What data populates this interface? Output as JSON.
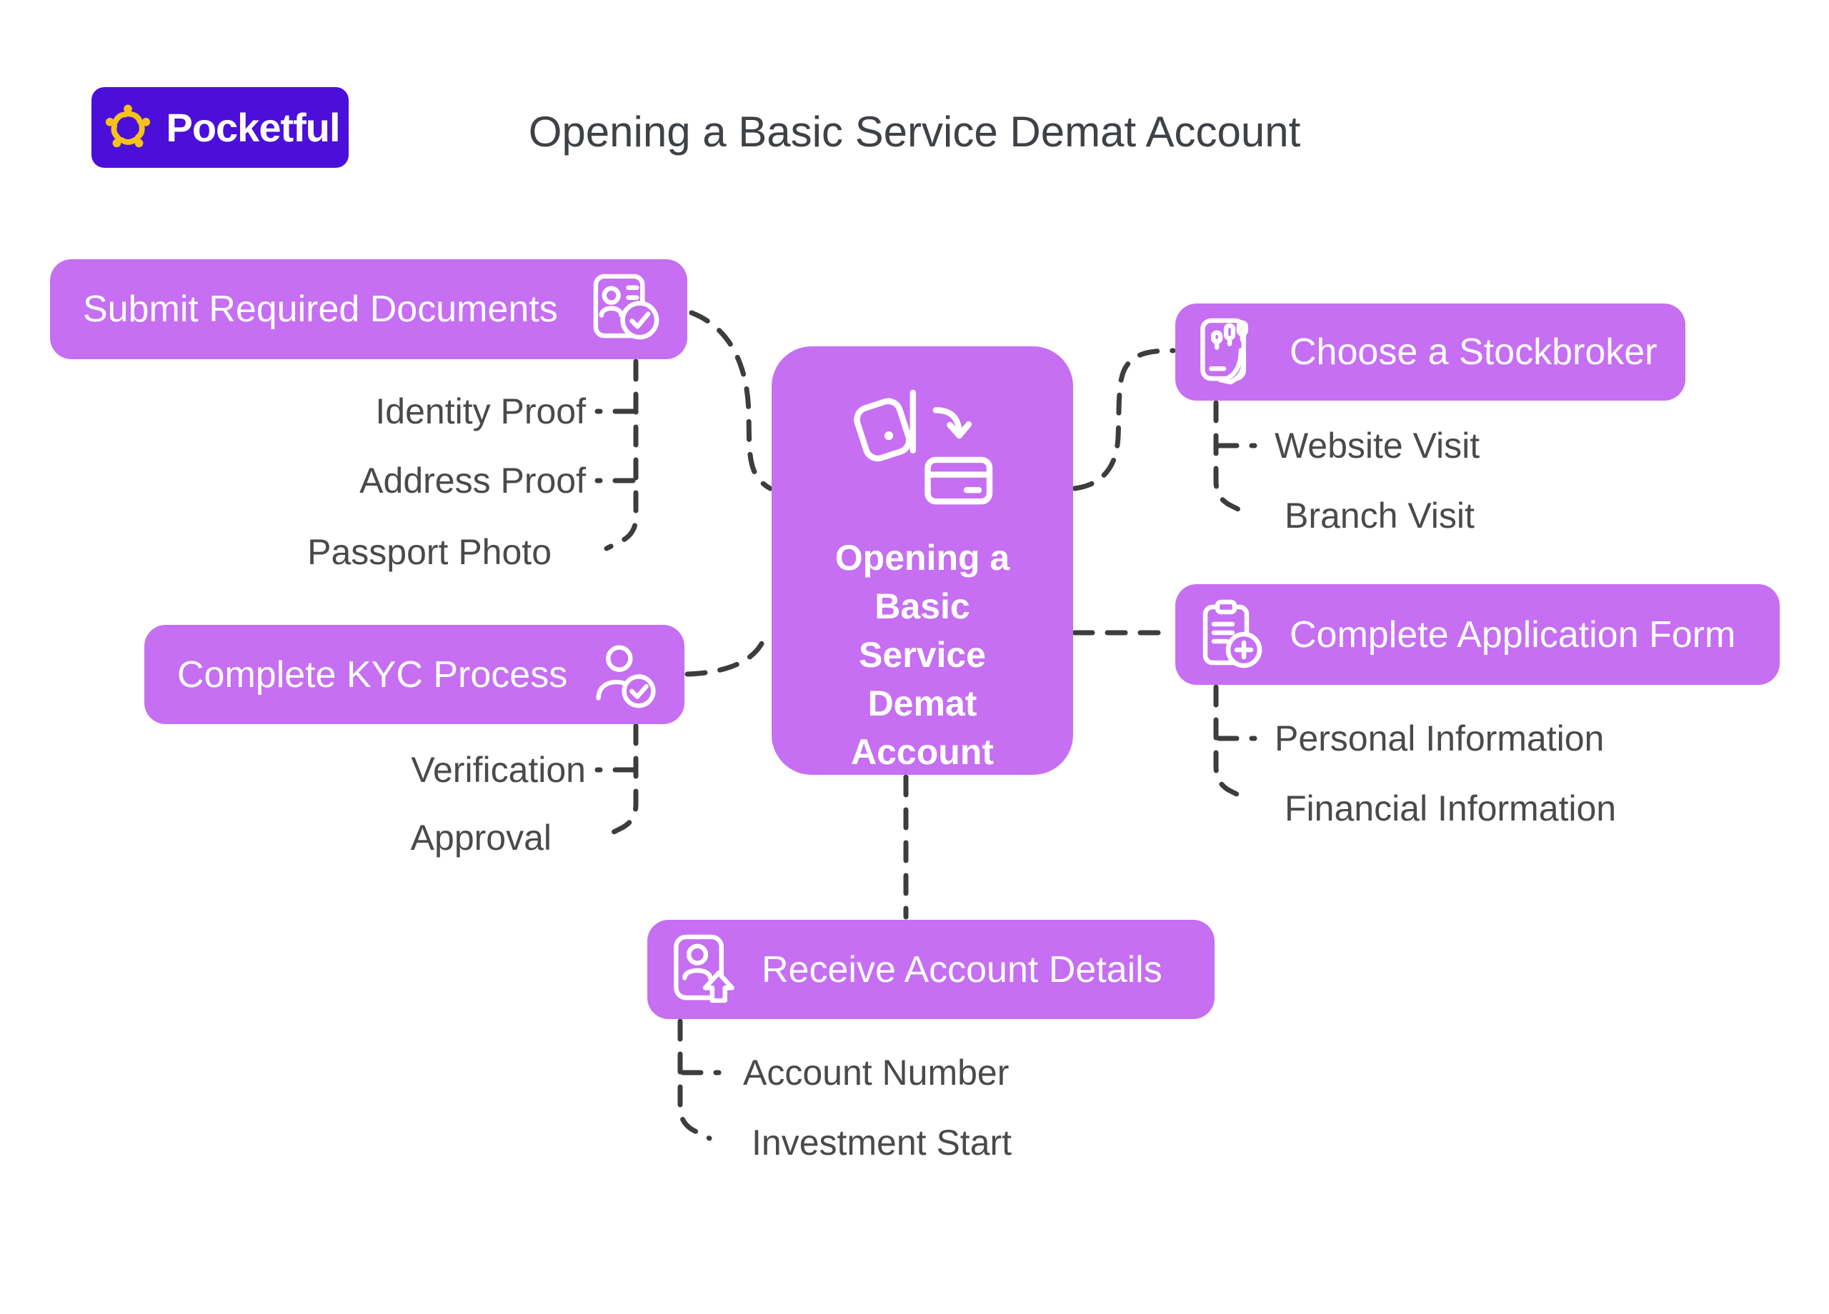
{
  "header": {
    "logo_text": "Pocketful",
    "title": "Opening a Basic Service Demat Account"
  },
  "center": {
    "label": "Opening a Basic Service Demat Account",
    "lines": [
      "Opening a",
      "Basic",
      "Service",
      "Demat",
      "Account"
    ]
  },
  "branches": {
    "submit": {
      "label": "Submit Required Documents",
      "children": [
        "Identity Proof",
        "Address Proof",
        "Passport Photo"
      ]
    },
    "kyc": {
      "label": "Complete KYC Process",
      "children": [
        "Verification",
        "Approval"
      ]
    },
    "stockbroker": {
      "label": "Choose a Stockbroker",
      "children": [
        "Website Visit",
        "Branch Visit"
      ]
    },
    "application": {
      "label": "Complete Application Form",
      "children": [
        "Personal Information",
        "Financial Information"
      ]
    },
    "receive": {
      "label": "Receive Account Details",
      "children": [
        "Account Number",
        "Investment Start"
      ]
    }
  },
  "icons": {
    "logo": "flower-pinwheel",
    "center": "wallet-card-transfer",
    "submit": "id-card-check",
    "kyc": "person-check",
    "stockbroker": "phone-candlestick-chart",
    "application": "clipboard-plus",
    "receive": "id-card-upload"
  },
  "colors": {
    "node_purple": "#c66ff2",
    "node_text": "#ffffff",
    "logo_bg": "#4b0fd9",
    "logo_flower": "#f5c21a",
    "title_text": "#3e4145",
    "sub_text": "#4a4a4a",
    "connector": "#3d3d3d",
    "page_bg": "#ffffff"
  }
}
